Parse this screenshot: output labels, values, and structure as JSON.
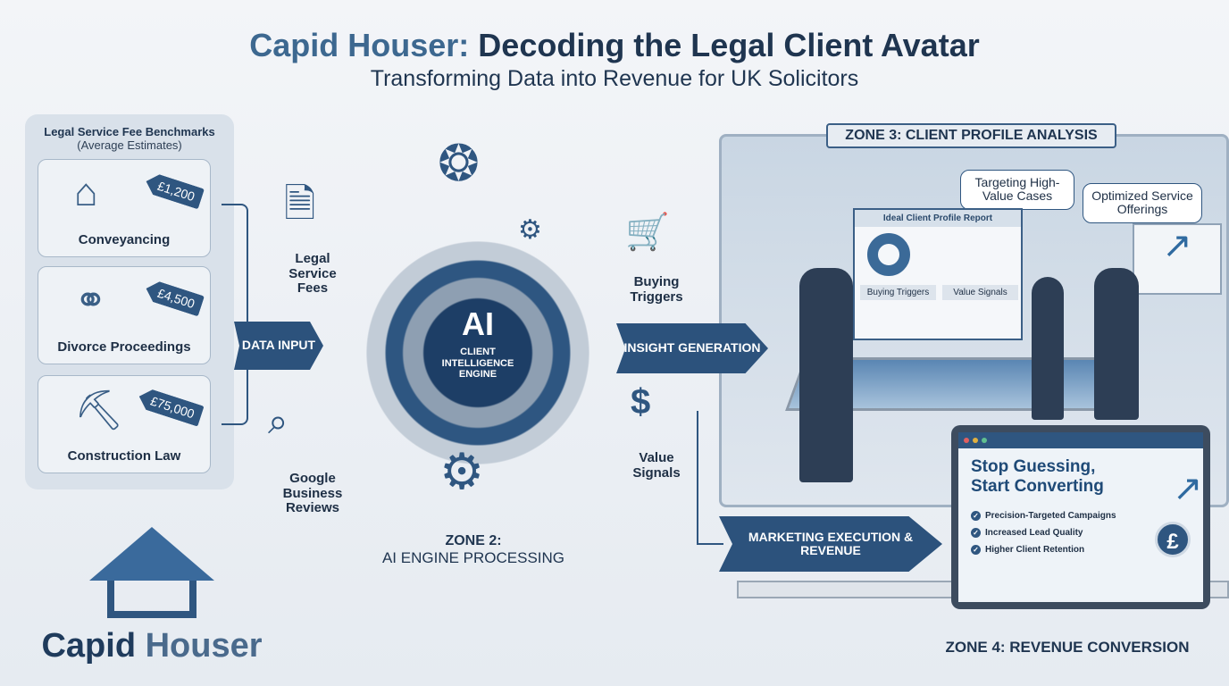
{
  "header": {
    "brand": "Capid Houser:",
    "title_rest": " Decoding the Legal Client Avatar",
    "subtitle": "Transforming Data into Revenue for UK Solicitors"
  },
  "fees_panel": {
    "title": "Legal Service Fee Benchmarks",
    "subtitle": "(Average Estimates)",
    "items": [
      {
        "label": "Conveyancing",
        "price": "£1,200",
        "icon": "house-key-icon"
      },
      {
        "label": "Divorce Proceedings",
        "price": "£4,500",
        "icon": "rings-gavel-icon"
      },
      {
        "label": "Construction Law",
        "price": "£75,000",
        "icon": "crane-hardhat-icon"
      }
    ]
  },
  "arrows": {
    "data_input": "DATA INPUT",
    "insight": "INSIGHT GENERATION",
    "marketing": "MARKETING EXECUTION & REVENUE"
  },
  "inputs": {
    "fees": "Legal Service Fees",
    "reviews": "Google Business Reviews"
  },
  "engine": {
    "ai": "AI",
    "name": "CLIENT INTELLIGENCE ENGINE"
  },
  "outputs": {
    "buying": "Buying Triggers",
    "value": "Value Signals"
  },
  "zone2": {
    "line1": "ZONE 2:",
    "line2": "AI ENGINE PROCESSING"
  },
  "zone3": {
    "title": "ZONE 3: CLIENT PROFILE ANALYSIS",
    "bubble1": "Targeting High-Value Cases",
    "bubble2": "Optimized Service Offerings",
    "report": {
      "title": "Ideal Client Profile Report",
      "sec1": "Buying Triggers",
      "sec2": "Value Signals"
    }
  },
  "zone4": {
    "title": "ZONE 4: REVENUE CONVERSION",
    "headline1": "Stop Guessing,",
    "headline2": "Start Converting",
    "checks": [
      "Precision-Targeted Campaigns",
      "Increased Lead Quality",
      "Higher Client Retention"
    ],
    "currency": "£"
  },
  "logo": {
    "part1": "Capid",
    "part2": "Houser"
  },
  "colors": {
    "navy": "#1f3550",
    "accent": "#2f5680"
  }
}
